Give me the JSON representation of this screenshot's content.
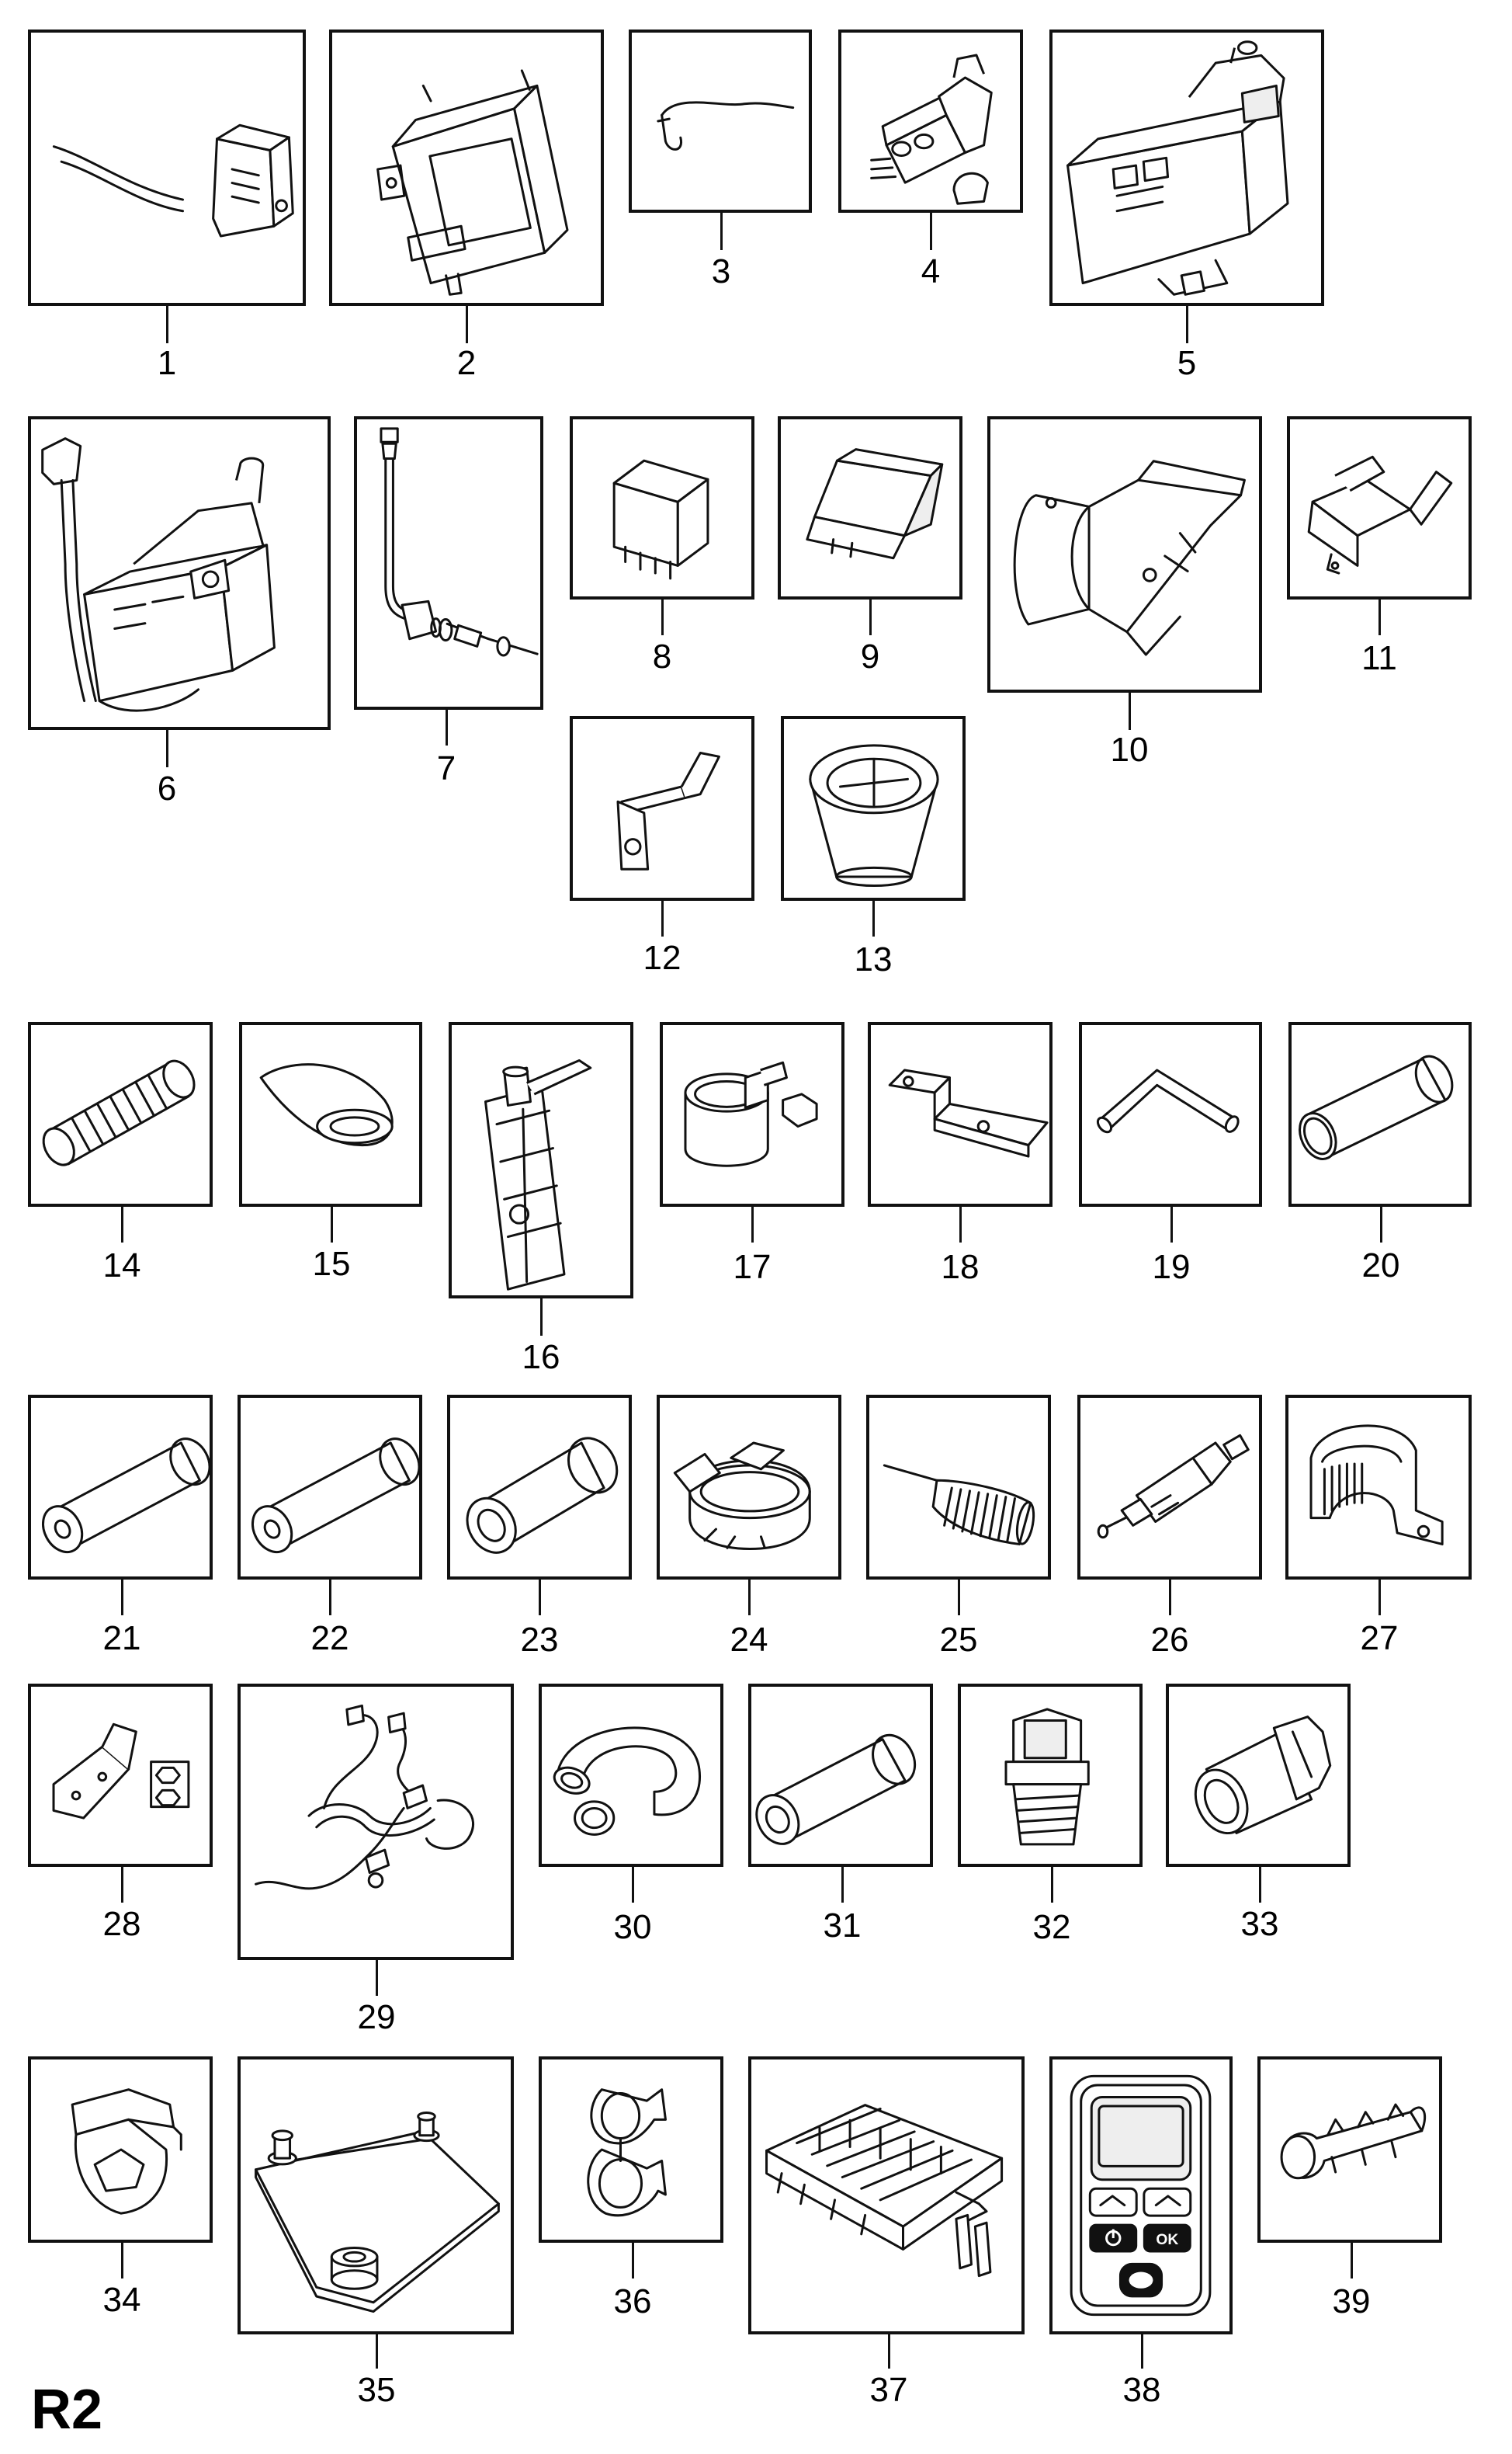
{
  "sheet_label": "R2",
  "parts": [
    {
      "no": "1",
      "icon": "sensor-icon"
    },
    {
      "no": "2",
      "icon": "control-unit-icon"
    },
    {
      "no": "3",
      "icon": "wire-icon"
    },
    {
      "no": "4",
      "icon": "connector-icon"
    },
    {
      "no": "5",
      "icon": "heater-unit-icon"
    },
    {
      "no": "6",
      "icon": "heater-with-harness-icon"
    },
    {
      "no": "7",
      "icon": "fuel-line-icon"
    },
    {
      "no": "8",
      "icon": "relay-icon"
    },
    {
      "no": "9",
      "icon": "relay-icon"
    },
    {
      "no": "10",
      "icon": "mounting-bracket-icon"
    },
    {
      "no": "11",
      "icon": "bracket-icon"
    },
    {
      "no": "12",
      "icon": "bracket-icon"
    },
    {
      "no": "13",
      "icon": "cup-icon"
    },
    {
      "no": "14",
      "icon": "flexible-hose-icon"
    },
    {
      "no": "15",
      "icon": "gasket-icon"
    },
    {
      "no": "16",
      "icon": "exhaust-muffler-icon"
    },
    {
      "no": "17",
      "icon": "pipe-clamp-icon"
    },
    {
      "no": "18",
      "icon": "bracket-icon"
    },
    {
      "no": "19",
      "icon": "elbow-hose-icon"
    },
    {
      "no": "20",
      "icon": "pipe-icon"
    },
    {
      "no": "21",
      "icon": "hose-icon"
    },
    {
      "no": "22",
      "icon": "hose-icon"
    },
    {
      "no": "23",
      "icon": "hose-icon"
    },
    {
      "no": "24",
      "icon": "hose-clamp-icon"
    },
    {
      "no": "25",
      "icon": "intake-silencer-icon"
    },
    {
      "no": "26",
      "icon": "metering-pump-icon"
    },
    {
      "no": "27",
      "icon": "pump-holder-icon"
    },
    {
      "no": "28",
      "icon": "bracket-with-nuts-icon"
    },
    {
      "no": "29",
      "icon": "wiring-harness-icon"
    },
    {
      "no": "30",
      "icon": "bent-hose-icon"
    },
    {
      "no": "31",
      "icon": "hose-icon"
    },
    {
      "no": "32",
      "icon": "temperature-sensor-icon"
    },
    {
      "no": "33",
      "icon": "adapter-fitting-icon"
    },
    {
      "no": "34",
      "icon": "cover-clip-icon"
    },
    {
      "no": "35",
      "icon": "mounting-plate-icon"
    },
    {
      "no": "36",
      "icon": "double-clip-icon"
    },
    {
      "no": "37",
      "icon": "fuse-box-icon"
    },
    {
      "no": "38",
      "icon": "remote-control-icon"
    },
    {
      "no": "39",
      "icon": "holder-clip-icon"
    }
  ],
  "remote_control": {
    "ok_label": "OK"
  }
}
